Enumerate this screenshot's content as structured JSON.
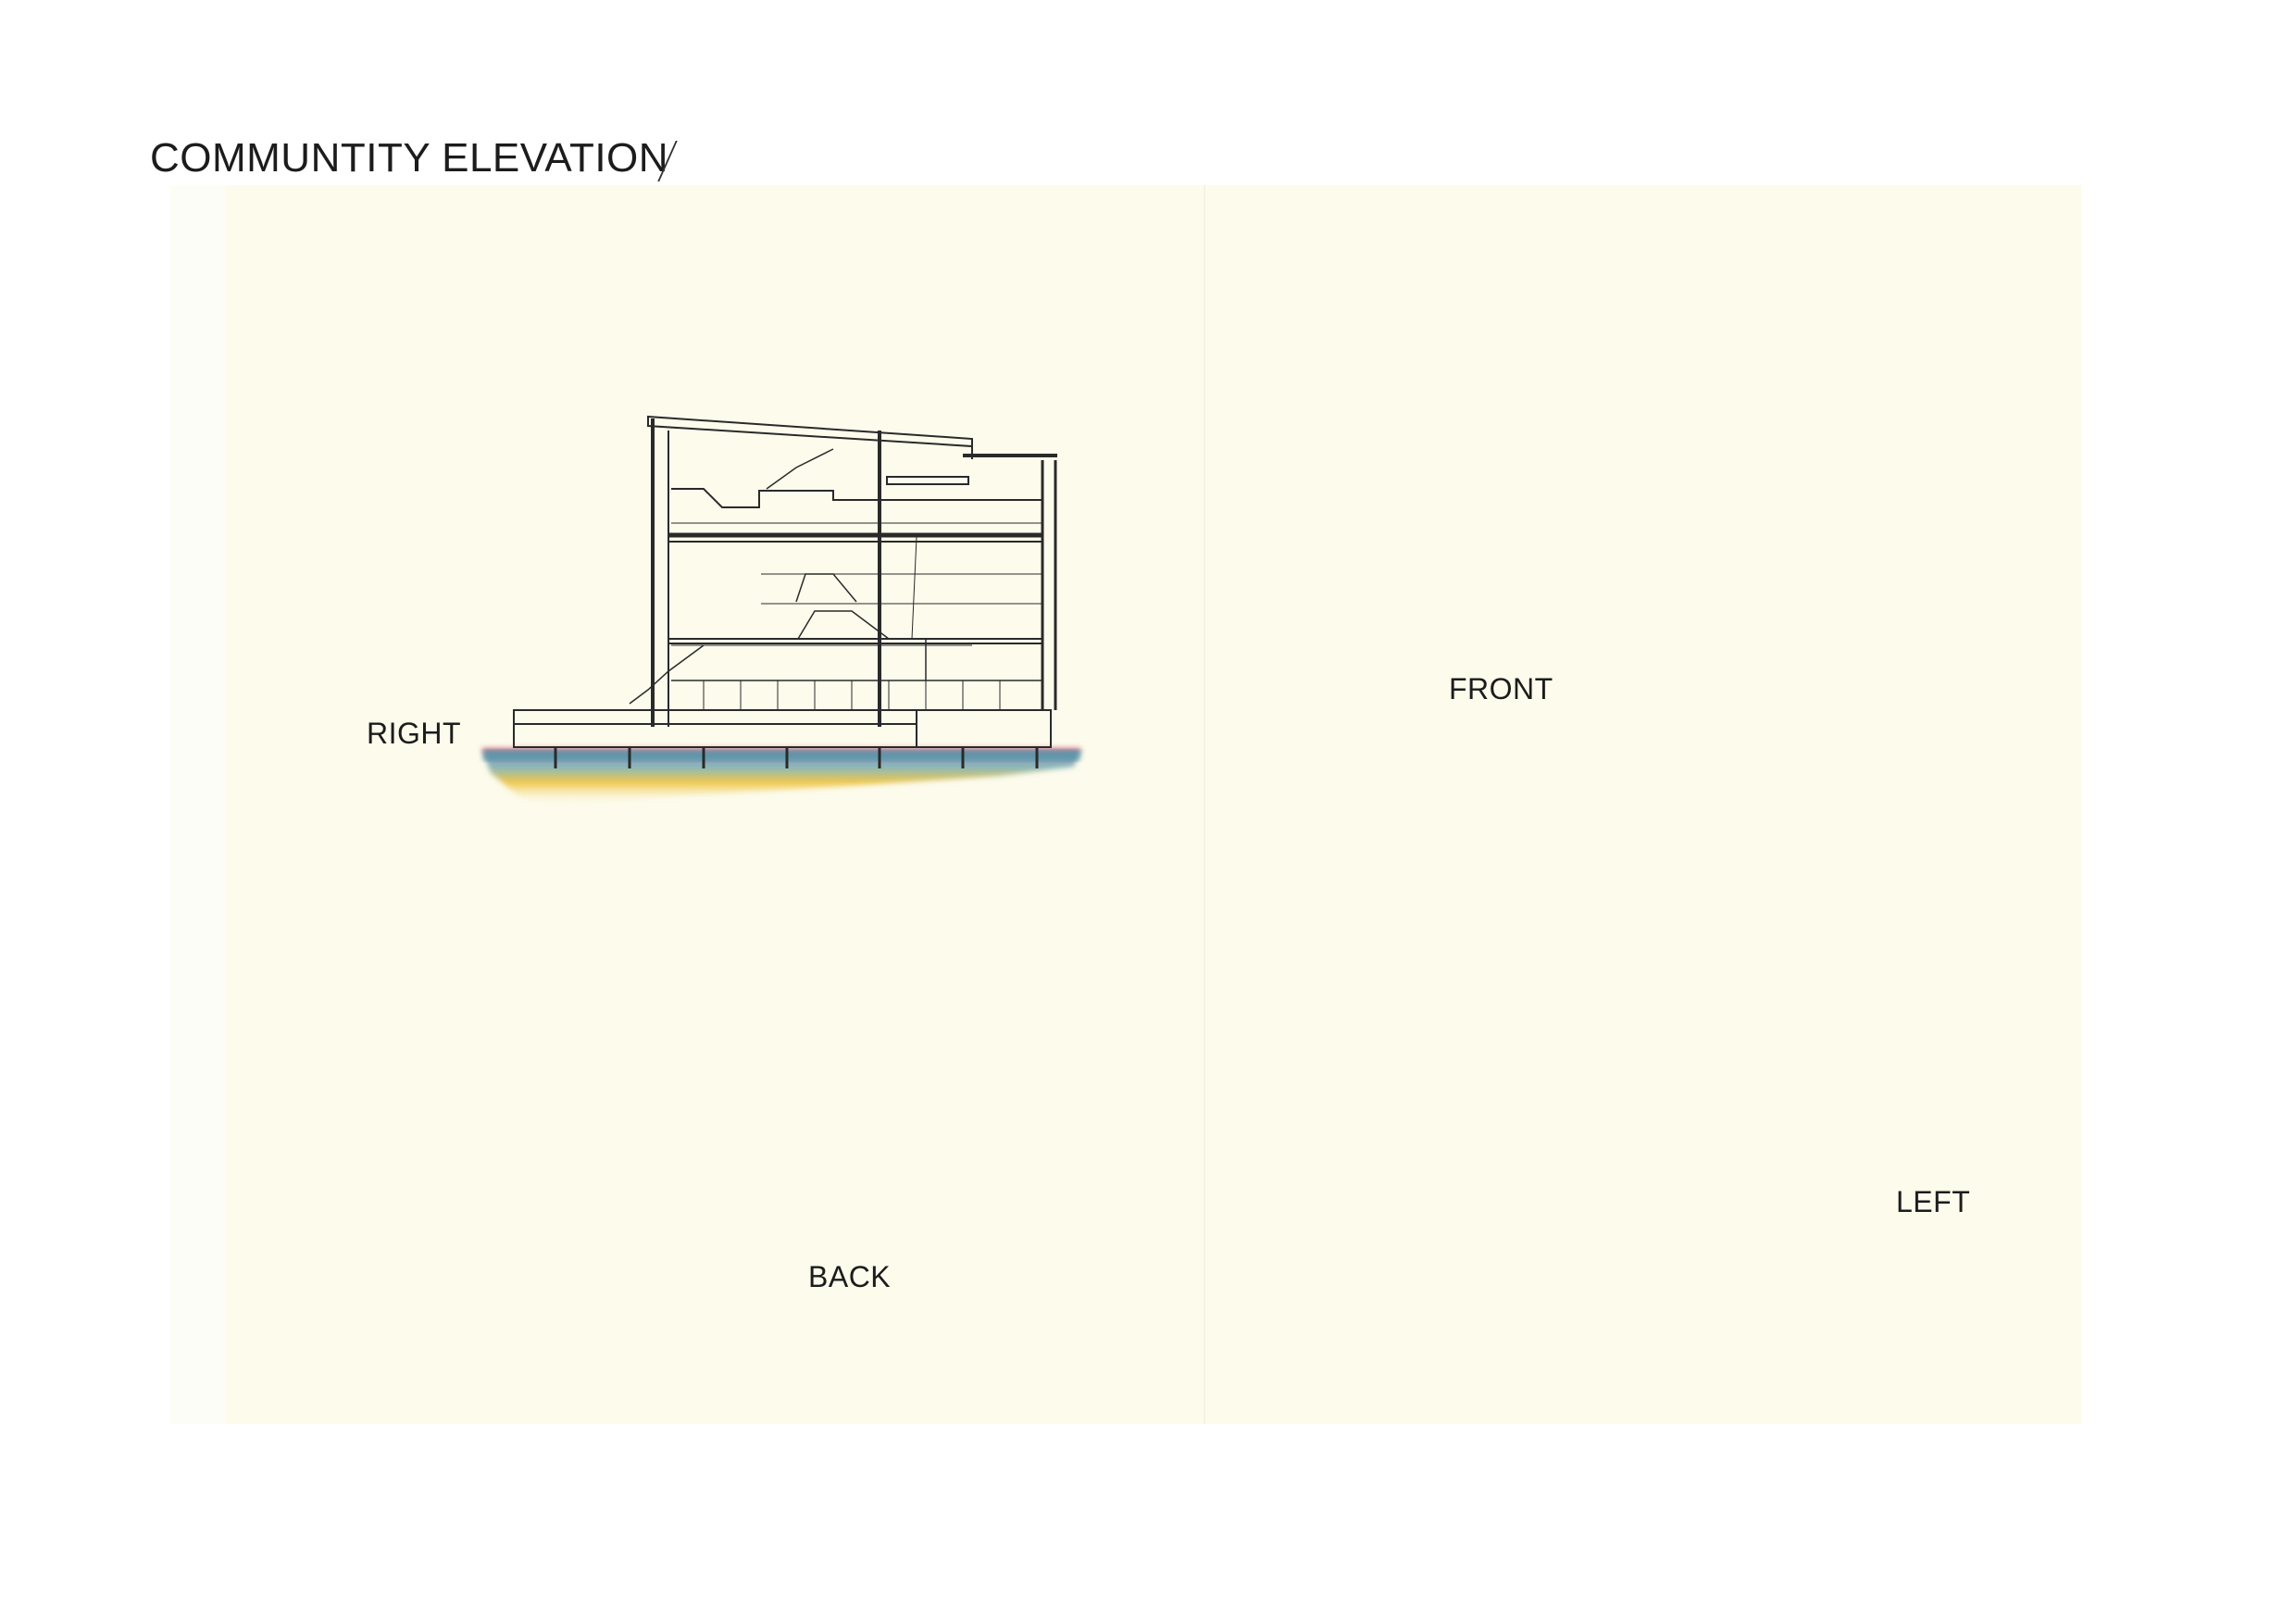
{
  "page": {
    "title": "COMMUNTITY ELEVATION"
  },
  "elevations": [
    {
      "id": "right",
      "label": "RIGHT"
    },
    {
      "id": "front",
      "label": "FRONT"
    },
    {
      "id": "back",
      "label": "BACK"
    },
    {
      "id": "left",
      "label": "LEFT"
    }
  ],
  "colors": {
    "paper": "#fcfbec",
    "ink": "#2a2a2a",
    "water_blue": "#3e9bb0",
    "water_teal": "#6fb7b0",
    "water_yellow": "#f1c84a",
    "water_orange": "#e99a52",
    "water_red": "#d9667a"
  }
}
